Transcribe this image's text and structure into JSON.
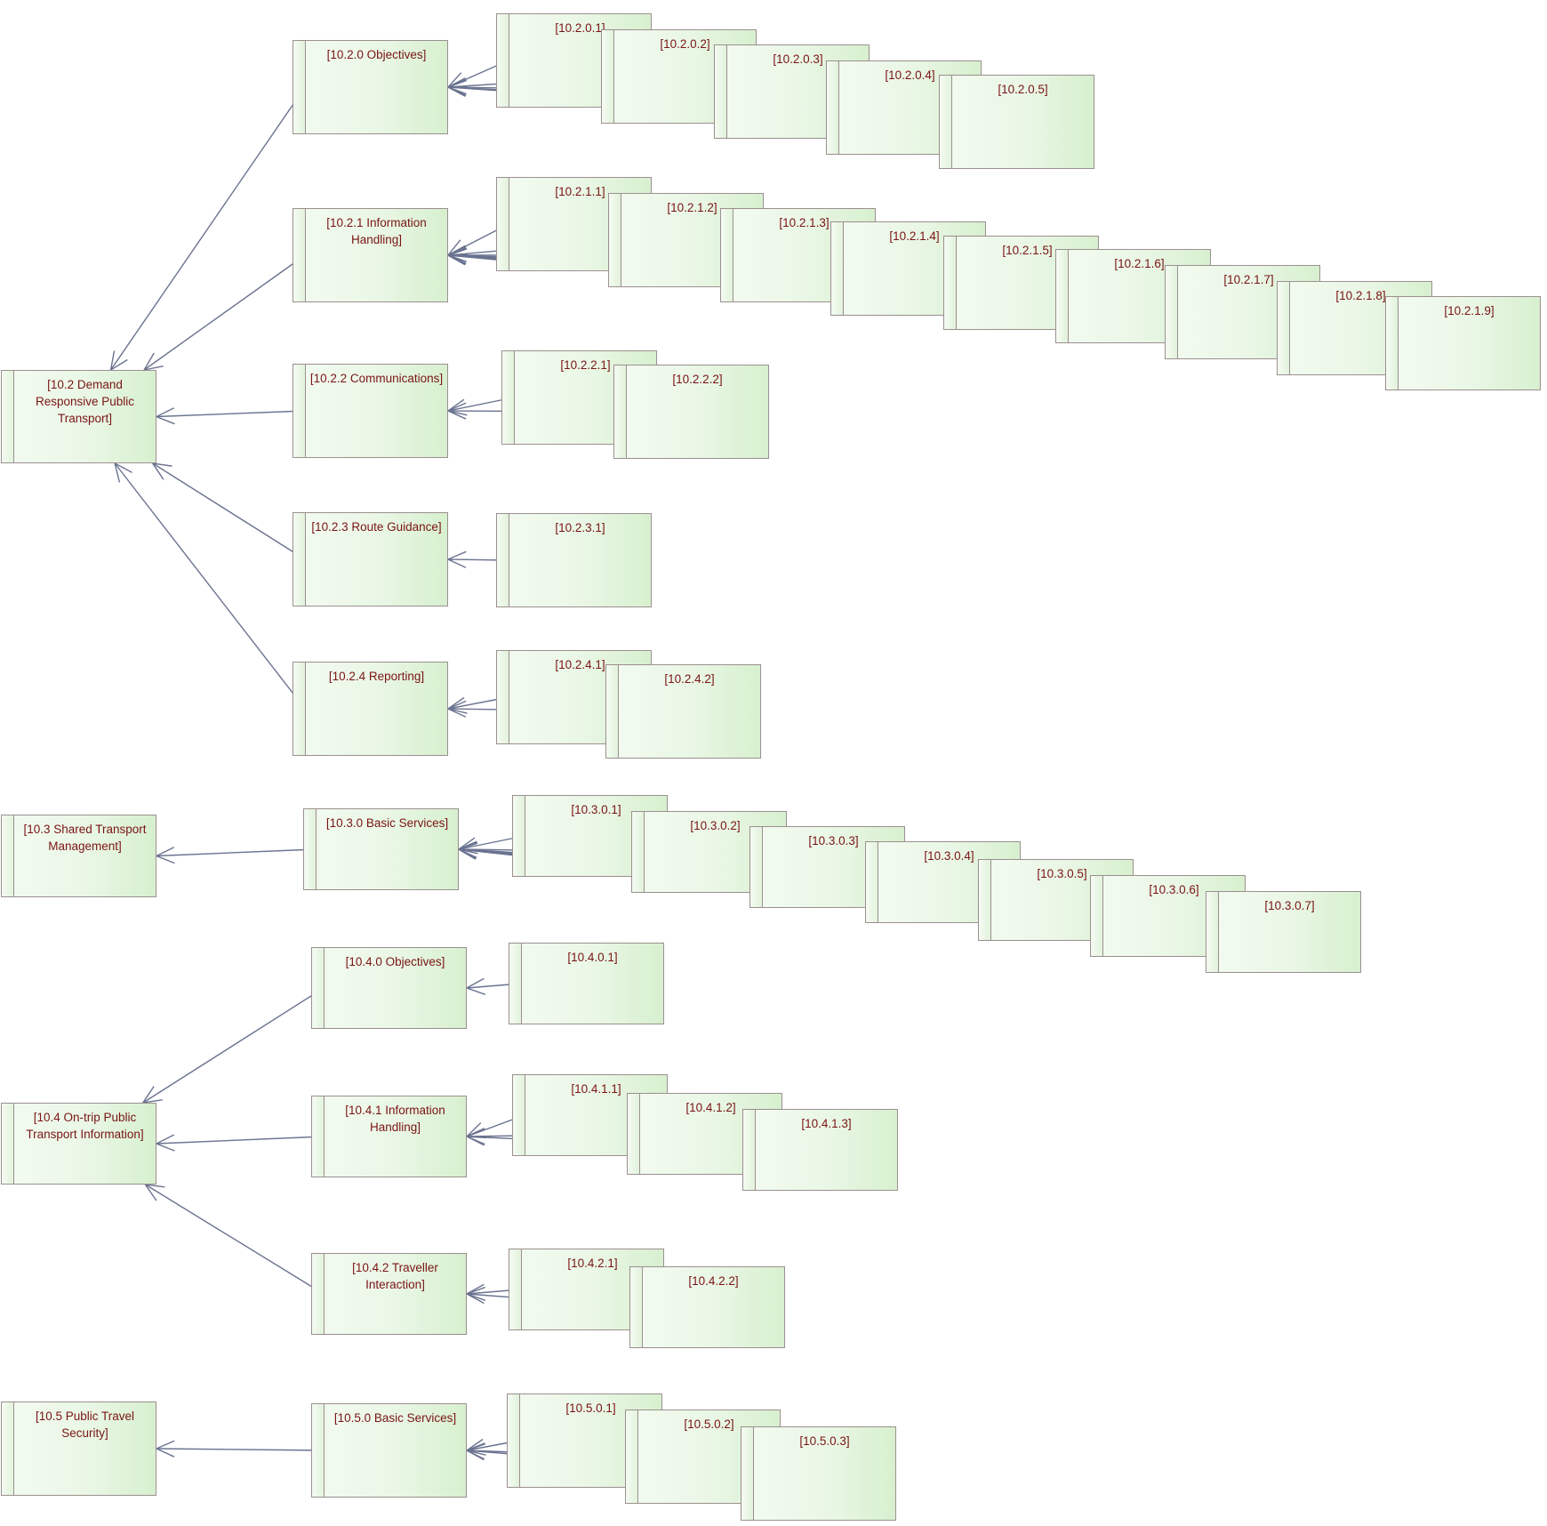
{
  "diagram": {
    "nodes": [
      {
        "id": "n10_2",
        "label": "[10.2 Demand Responsive Public Transport]"
      },
      {
        "id": "n10_2_0",
        "label": "[10.2.0 Objectives]"
      },
      {
        "id": "n10_2_0_1",
        "label": "[10.2.0.1]"
      },
      {
        "id": "n10_2_0_2",
        "label": "[10.2.0.2]"
      },
      {
        "id": "n10_2_0_3",
        "label": "[10.2.0.3]"
      },
      {
        "id": "n10_2_0_4",
        "label": "[10.2.0.4]"
      },
      {
        "id": "n10_2_0_5",
        "label": "[10.2.0.5]"
      },
      {
        "id": "n10_2_1",
        "label": "[10.2.1 Information Handling]"
      },
      {
        "id": "n10_2_1_1",
        "label": "[10.2.1.1]"
      },
      {
        "id": "n10_2_1_2",
        "label": "[10.2.1.2]"
      },
      {
        "id": "n10_2_1_3",
        "label": "[10.2.1.3]"
      },
      {
        "id": "n10_2_1_4",
        "label": "[10.2.1.4]"
      },
      {
        "id": "n10_2_1_5",
        "label": "[10.2.1.5]"
      },
      {
        "id": "n10_2_1_6",
        "label": "[10.2.1.6]"
      },
      {
        "id": "n10_2_1_7",
        "label": "[10.2.1.7]"
      },
      {
        "id": "n10_2_1_8",
        "label": "[10.2.1.8]"
      },
      {
        "id": "n10_2_1_9",
        "label": "[10.2.1.9]"
      },
      {
        "id": "n10_2_2",
        "label": "[10.2.2 Communications]"
      },
      {
        "id": "n10_2_2_1",
        "label": "[10.2.2.1]"
      },
      {
        "id": "n10_2_2_2",
        "label": "[10.2.2.2]"
      },
      {
        "id": "n10_2_3",
        "label": "[10.2.3 Route Guidance]"
      },
      {
        "id": "n10_2_3_1",
        "label": "[10.2.3.1]"
      },
      {
        "id": "n10_2_4",
        "label": "[10.2.4 Reporting]"
      },
      {
        "id": "n10_2_4_1",
        "label": "[10.2.4.1]"
      },
      {
        "id": "n10_2_4_2",
        "label": "[10.2.4.2]"
      },
      {
        "id": "n10_3",
        "label": "[10.3 Shared Transport Management]"
      },
      {
        "id": "n10_3_0",
        "label": "[10.3.0 Basic Services]"
      },
      {
        "id": "n10_3_0_1",
        "label": "[10.3.0.1]"
      },
      {
        "id": "n10_3_0_2",
        "label": "[10.3.0.2]"
      },
      {
        "id": "n10_3_0_3",
        "label": "[10.3.0.3]"
      },
      {
        "id": "n10_3_0_4",
        "label": "[10.3.0.4]"
      },
      {
        "id": "n10_3_0_5",
        "label": "[10.3.0.5]"
      },
      {
        "id": "n10_3_0_6",
        "label": "[10.3.0.6]"
      },
      {
        "id": "n10_3_0_7",
        "label": "[10.3.0.7]"
      },
      {
        "id": "n10_4",
        "label": "[10.4 On-trip Public Transport Information]"
      },
      {
        "id": "n10_4_0",
        "label": "[10.4.0 Objectives]"
      },
      {
        "id": "n10_4_0_1",
        "label": "[10.4.0.1]"
      },
      {
        "id": "n10_4_1",
        "label": "[10.4.1 Information Handling]"
      },
      {
        "id": "n10_4_1_1",
        "label": "[10.4.1.1]"
      },
      {
        "id": "n10_4_1_2",
        "label": "[10.4.1.2]"
      },
      {
        "id": "n10_4_1_3",
        "label": "[10.4.1.3]"
      },
      {
        "id": "n10_4_2",
        "label": "[10.4.2 Traveller Interaction]"
      },
      {
        "id": "n10_4_2_1",
        "label": "[10.4.2.1]"
      },
      {
        "id": "n10_4_2_2",
        "label": "[10.4.2.2]"
      },
      {
        "id": "n10_5",
        "label": "[10.5 Public Travel Security]"
      },
      {
        "id": "n10_5_0",
        "label": "[10.5.0 Basic Services]"
      },
      {
        "id": "n10_5_0_1",
        "label": "[10.5.0.1]"
      },
      {
        "id": "n10_5_0_2",
        "label": "[10.5.0.2]"
      },
      {
        "id": "n10_5_0_3",
        "label": "[10.5.0.3]"
      }
    ],
    "edges": [
      {
        "from": "n10_2_0",
        "to": "n10_2"
      },
      {
        "from": "n10_2_1",
        "to": "n10_2"
      },
      {
        "from": "n10_2_2",
        "to": "n10_2"
      },
      {
        "from": "n10_2_3",
        "to": "n10_2"
      },
      {
        "from": "n10_2_4",
        "to": "n10_2"
      },
      {
        "from": "n10_2_0_1",
        "to": "n10_2_0"
      },
      {
        "from": "n10_2_0_2",
        "to": "n10_2_0"
      },
      {
        "from": "n10_2_0_3",
        "to": "n10_2_0"
      },
      {
        "from": "n10_2_0_4",
        "to": "n10_2_0"
      },
      {
        "from": "n10_2_0_5",
        "to": "n10_2_0"
      },
      {
        "from": "n10_2_1_1",
        "to": "n10_2_1"
      },
      {
        "from": "n10_2_1_2",
        "to": "n10_2_1"
      },
      {
        "from": "n10_2_1_3",
        "to": "n10_2_1"
      },
      {
        "from": "n10_2_1_4",
        "to": "n10_2_1"
      },
      {
        "from": "n10_2_1_5",
        "to": "n10_2_1"
      },
      {
        "from": "n10_2_1_6",
        "to": "n10_2_1"
      },
      {
        "from": "n10_2_1_7",
        "to": "n10_2_1"
      },
      {
        "from": "n10_2_1_8",
        "to": "n10_2_1"
      },
      {
        "from": "n10_2_1_9",
        "to": "n10_2_1"
      },
      {
        "from": "n10_2_2_1",
        "to": "n10_2_2"
      },
      {
        "from": "n10_2_2_2",
        "to": "n10_2_2"
      },
      {
        "from": "n10_2_3_1",
        "to": "n10_2_3"
      },
      {
        "from": "n10_2_4_1",
        "to": "n10_2_4"
      },
      {
        "from": "n10_2_4_2",
        "to": "n10_2_4"
      },
      {
        "from": "n10_3_0",
        "to": "n10_3"
      },
      {
        "from": "n10_3_0_1",
        "to": "n10_3_0"
      },
      {
        "from": "n10_3_0_2",
        "to": "n10_3_0"
      },
      {
        "from": "n10_3_0_3",
        "to": "n10_3_0"
      },
      {
        "from": "n10_3_0_4",
        "to": "n10_3_0"
      },
      {
        "from": "n10_3_0_5",
        "to": "n10_3_0"
      },
      {
        "from": "n10_3_0_6",
        "to": "n10_3_0"
      },
      {
        "from": "n10_3_0_7",
        "to": "n10_3_0"
      },
      {
        "from": "n10_4_0",
        "to": "n10_4"
      },
      {
        "from": "n10_4_1",
        "to": "n10_4"
      },
      {
        "from": "n10_4_2",
        "to": "n10_4"
      },
      {
        "from": "n10_4_0_1",
        "to": "n10_4_0"
      },
      {
        "from": "n10_4_1_1",
        "to": "n10_4_1"
      },
      {
        "from": "n10_4_1_2",
        "to": "n10_4_1"
      },
      {
        "from": "n10_4_1_3",
        "to": "n10_4_1"
      },
      {
        "from": "n10_4_2_1",
        "to": "n10_4_2"
      },
      {
        "from": "n10_4_2_2",
        "to": "n10_4_2"
      },
      {
        "from": "n10_5_0",
        "to": "n10_5"
      },
      {
        "from": "n10_5_0_1",
        "to": "n10_5_0"
      },
      {
        "from": "n10_5_0_2",
        "to": "n10_5_0"
      },
      {
        "from": "n10_5_0_3",
        "to": "n10_5_0"
      }
    ]
  }
}
